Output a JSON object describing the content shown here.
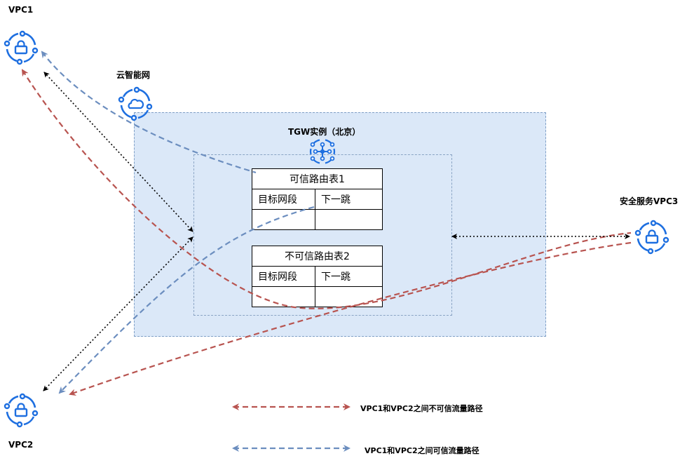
{
  "labels": {
    "vpc1": "VPC1",
    "vpc2": "VPC2",
    "vpc3": "安全服务VPC3",
    "ccn": "云智能网",
    "tgw": "TGW实例（北京）"
  },
  "route_tables": [
    {
      "title": "可信路由表1",
      "headers": [
        "目标网段",
        "下一跳"
      ],
      "rows": [
        [
          "",
          ""
        ]
      ]
    },
    {
      "title": "不可信路由表2",
      "headers": [
        "目标网段",
        "下一跳"
      ],
      "rows": [
        [
          "",
          ""
        ]
      ]
    }
  ],
  "legend": [
    {
      "label": "VPC1和VPC2之间不可信流量路径",
      "color": "#b85450"
    },
    {
      "label": "VPC1和VPC2之间可信流量路径",
      "color": "#6c8ebf"
    }
  ],
  "colors": {
    "untrusted": "#b85450",
    "trusted": "#6c8ebf",
    "icon": "#1e6fe0",
    "cloud_fill": "#dbe8f8"
  },
  "icons": {
    "vpc1": "vpc-lock-icon",
    "vpc2": "vpc-lock-icon",
    "vpc3": "vpc-lock-icon",
    "ccn": "cloud-network-icon",
    "tgw": "tgw-hub-icon"
  }
}
